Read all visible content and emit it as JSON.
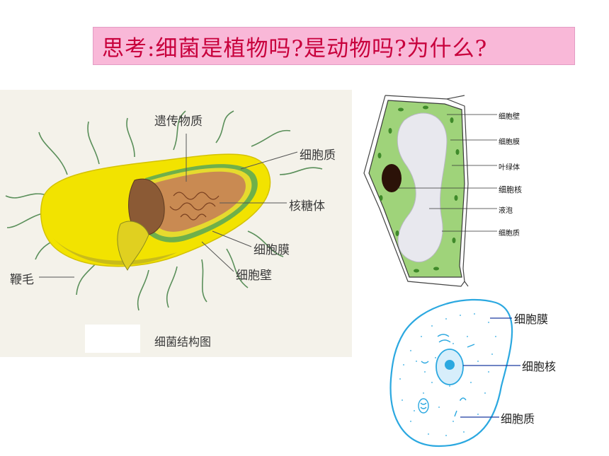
{
  "title": "思考:细菌是植物吗?是动物吗?为什么?",
  "colors": {
    "title_bg": "#f9b8d8",
    "title_text": "#c8003c",
    "bacteria_capsule": "#f2e300",
    "plant_cell": "#9fd37a",
    "animal_cell": "#2ba8e0"
  },
  "bacteria": {
    "labels": {
      "genetic_material": "遗传物质",
      "cytoplasm": "细胞质",
      "ribosome": "核糖体",
      "cell_membrane": "细胞膜",
      "cell_wall": "细胞壁",
      "flagellum": "鞭毛"
    },
    "caption": "细菌结构图"
  },
  "plant": {
    "labels": {
      "cell_wall": "细胞壁",
      "cell_membrane": "细胞膜",
      "chloroplast": "叶绿体",
      "nucleus": "细胞核",
      "vacuole": "液泡",
      "cytoplasm": "细胞质"
    }
  },
  "animal": {
    "labels": {
      "cell_membrane": "细胞膜",
      "nucleus": "细胞核",
      "cytoplasm": "细胞质"
    }
  }
}
